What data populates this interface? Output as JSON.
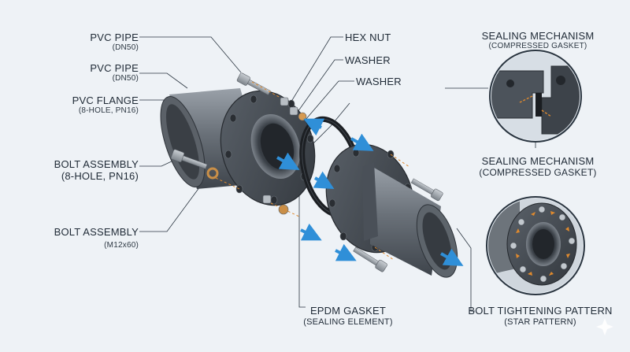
{
  "labels": {
    "pvc_pipe_1": {
      "title": "PVC PIPE",
      "sub": "(DN50)"
    },
    "pvc_pipe_2": {
      "title": "PVC PIPE",
      "sub": "(DN50)"
    },
    "pvc_flange": {
      "title": "PVC FLANGE",
      "sub": "(8-HOLE, PN16)"
    },
    "bolt_assembly_1": {
      "title": "BOLT ASSEMBLY",
      "sub": "(8-HOLE, PN16)"
    },
    "bolt_assembly_2": {
      "title": "BOLT ASSEMBLY",
      "sub": "(M12x60)"
    },
    "hex_nut": {
      "title": "HEX NUT"
    },
    "washer_1": {
      "title": "WASHER"
    },
    "washer_2": {
      "title": "WASHER"
    },
    "sealing_1": {
      "title": "SEALING MECHANISM",
      "sub": "(COMPRESSED GASKET)"
    },
    "sealing_2": {
      "title": "SEALING MECHANISM",
      "sub": "(COMPRESSED GASKET)"
    },
    "gasket": {
      "title": "EPDM GASKET",
      "sub": "(SEALING ELEMENT)"
    },
    "bolt_pattern": {
      "title": "BOLT TIGHTENING PATTERN",
      "sub": "(STAR PATTERN)"
    }
  },
  "colors": {
    "background": "#eef2f6",
    "pipe_dark": "#4a5058",
    "pipe_light": "#8d949c",
    "flange": "#3f454d",
    "gasket": "#1c1f23",
    "arrow": "#2f8fd8",
    "leader_orange": "#e08a2e",
    "callout_ring": "#2a3540"
  }
}
